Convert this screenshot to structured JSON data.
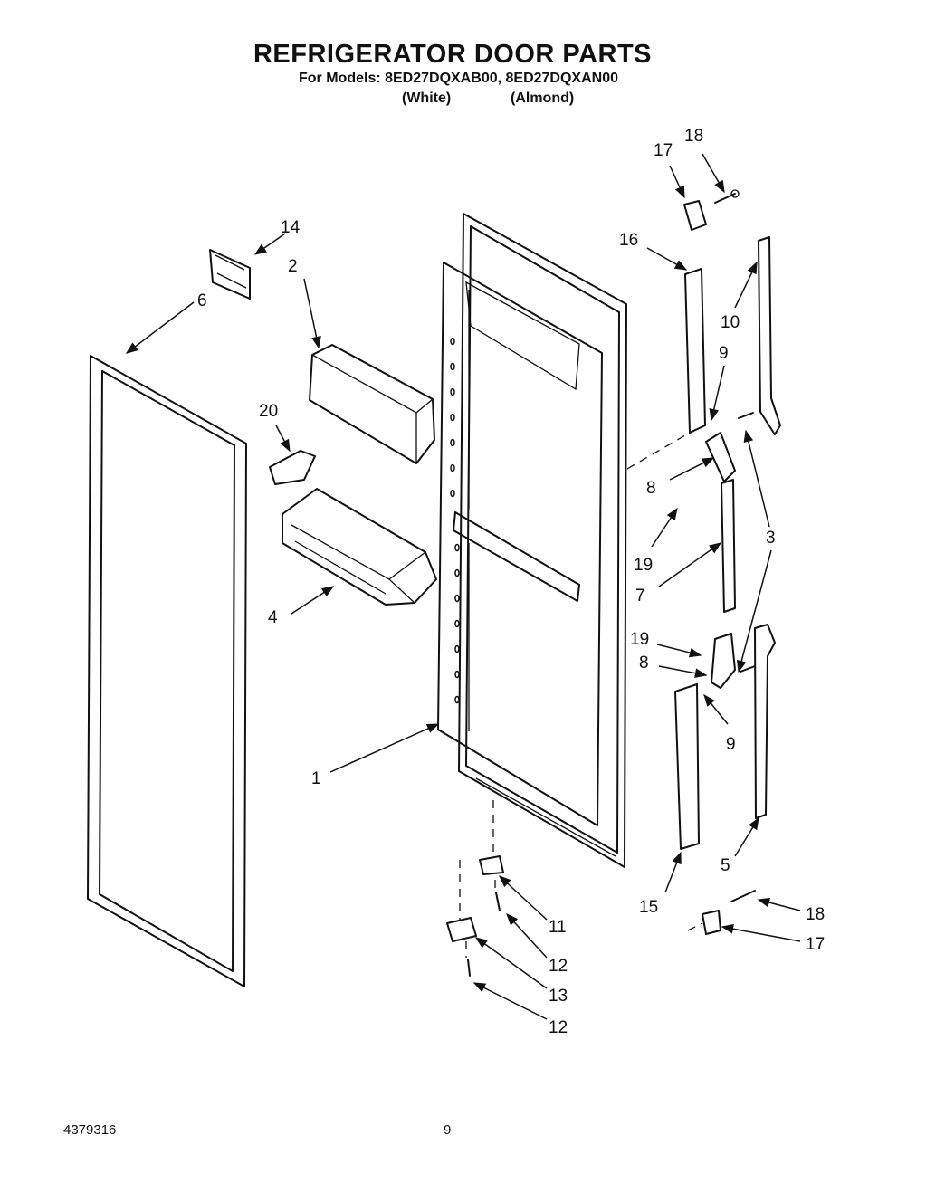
{
  "header": {
    "title": "REFRIGERATOR DOOR PARTS",
    "models_line": "For Models: 8ED27DQXAB00, 8ED27DQXAN00",
    "variant_white": "(White)",
    "variant_almond": "(Almond)"
  },
  "footer": {
    "doc_number": "4379316",
    "page_number": "9"
  },
  "callouts": {
    "c1": "1",
    "c2": "2",
    "c3": "3",
    "c4": "4",
    "c5": "5",
    "c6": "6",
    "c7": "7",
    "c8a": "8",
    "c8b": "8",
    "c9a": "9",
    "c9b": "9",
    "c10": "10",
    "c11": "11",
    "c12a": "12",
    "c12b": "12",
    "c13": "13",
    "c14": "14",
    "c15": "15",
    "c16": "16",
    "c17a": "17",
    "c17b": "17",
    "c18a": "18",
    "c18b": "18",
    "c19a": "19",
    "c19b": "19",
    "c20": "20"
  }
}
